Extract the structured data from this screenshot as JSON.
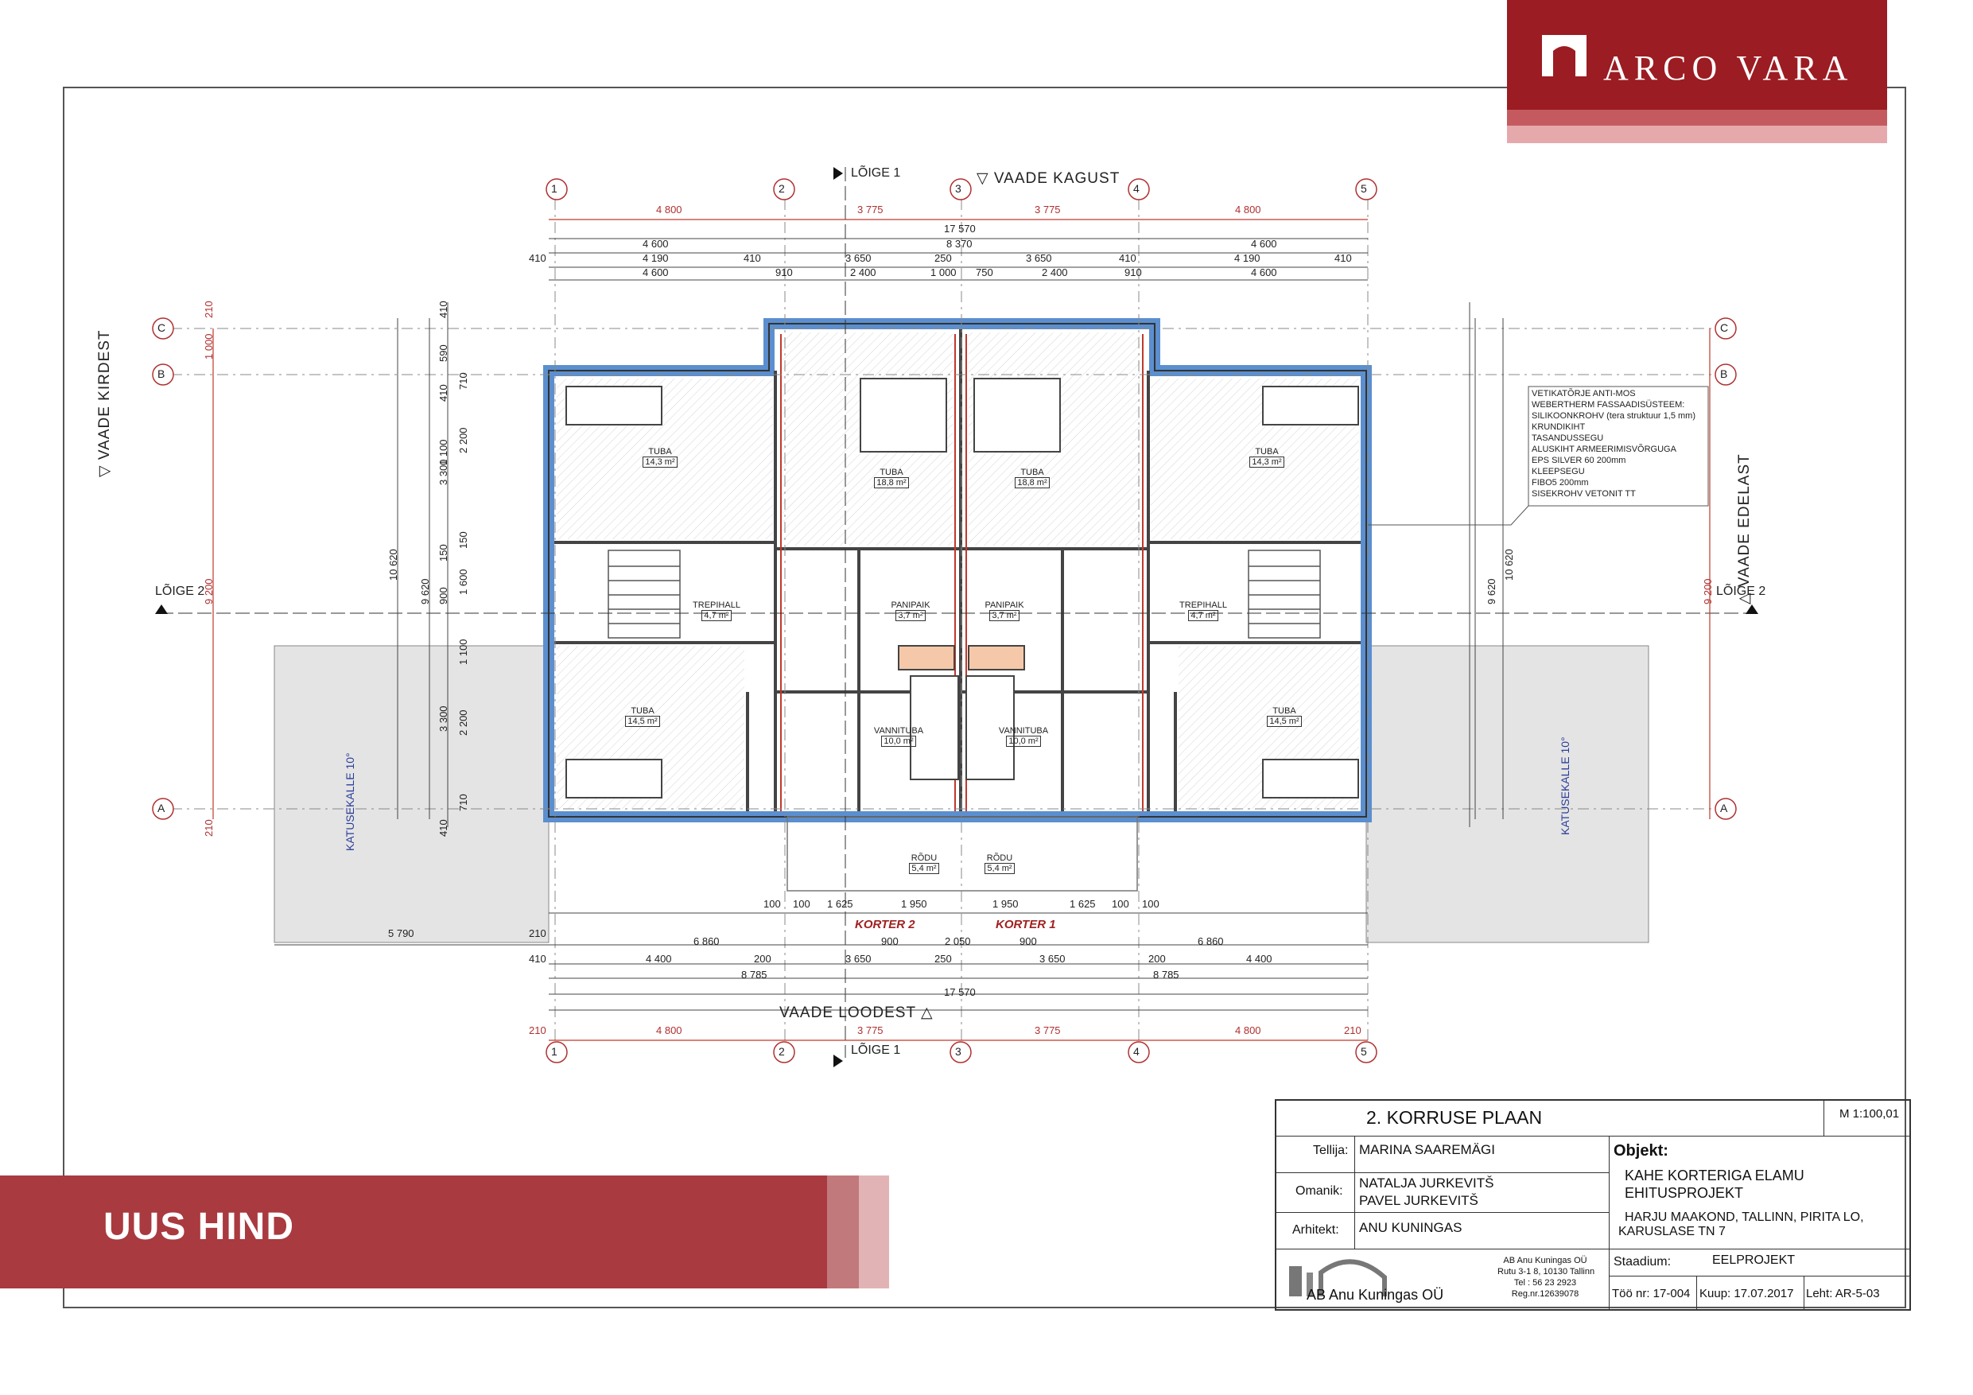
{
  "brand": {
    "name": "ARCO VARA",
    "colors": {
      "primary": "#9b1c22",
      "accent": "#a93a3f"
    }
  },
  "banner": {
    "label": "UUS HIND"
  },
  "plan": {
    "views": {
      "top": "VAADE KAGUST",
      "bottom": "VAADE LOODEST",
      "left": "VAADE KIRDEST",
      "right": "VAADE EDELAST"
    },
    "sections": {
      "section1": "LÕIGE 1",
      "section2": "LÕIGE 2"
    },
    "roof_slope": "KATUSEKALLE 10°",
    "axes_numbers": [
      "1",
      "2",
      "3",
      "4",
      "5"
    ],
    "axes_letters": [
      "A",
      "B",
      "C"
    ],
    "apartments": {
      "left": "KORTER 2",
      "right": "KORTER 1"
    },
    "top_dims": {
      "red": [
        "4 800",
        "3 775",
        "3 775",
        "4 800"
      ],
      "total": "17 570",
      "row2": [
        "4 600",
        "8 370",
        "4 600"
      ],
      "row3": [
        "410",
        "4 190",
        "410",
        "3 650",
        "250",
        "3 650",
        "410",
        "4 190",
        "410"
      ],
      "row4": [
        "4 600",
        "910",
        "2 400",
        "1 000",
        "750",
        "2 400",
        "910",
        "4 600"
      ]
    },
    "bottom_dims": {
      "row1": [
        "100",
        "100",
        "1 625",
        "1 950",
        "1 950",
        "1 625",
        "100",
        "100"
      ],
      "row2": [
        "5 790",
        "210",
        "6 860",
        "6 860"
      ],
      "row3": [
        "900",
        "2 050",
        "900"
      ],
      "row4": [
        "410",
        "4 400",
        "200",
        "3 650",
        "250",
        "3 650",
        "200",
        "4 400"
      ],
      "row5": [
        "8 785",
        "8 785"
      ],
      "total": "17 570",
      "red": [
        "210",
        "4 800",
        "3 775",
        "3 775",
        "4 800",
        "210"
      ]
    },
    "side_dims_left": [
      "210",
      "1 000",
      "9 200",
      "210",
      "10 620",
      "9 620"
    ],
    "side_dims_left_inner": [
      "410",
      "590",
      "710",
      "410",
      "2 200",
      "3 300",
      "1 100",
      "150",
      "1 600",
      "900",
      "150",
      "1 100",
      "2 200",
      "3 300",
      "710",
      "410"
    ],
    "rooms": [
      {
        "name": "TUBA",
        "area": "14,3 m²"
      },
      {
        "name": "TUBA",
        "area": "18,8 m²"
      },
      {
        "name": "TUBA",
        "area": "18,8 m²"
      },
      {
        "name": "TUBA",
        "area": "14,3 m²"
      },
      {
        "name": "TREPIHALL",
        "area": "4,7 m²"
      },
      {
        "name": "PANIPAIK",
        "area": "3,7 m²"
      },
      {
        "name": "PANIPAIK",
        "area": "3,7 m²"
      },
      {
        "name": "TREPIHALL",
        "area": "4,7 m²"
      },
      {
        "name": "TUBA",
        "area": "14,5 m²"
      },
      {
        "name": "VANNITUBA",
        "area": "10,0 m²"
      },
      {
        "name": "VANNITUBA",
        "area": "10,0 m²"
      },
      {
        "name": "TUBA",
        "area": "14,5 m²"
      },
      {
        "name": "RÕDU",
        "area": "5,4 m²"
      },
      {
        "name": "RÕDU",
        "area": "5,4 m²"
      }
    ],
    "facade_notes": [
      "VETIKATÕRJE ANTI-MOS",
      "WEBERTHERM FASSAADISÜSTEEM:",
      "SILIKOONKROHV (tera struktuur 1,5 mm)",
      "KRUNDIKIHT",
      "TASANDUSSEGU",
      "ALUSKIHT ARMEERIMISVÕRGUGA",
      "EPS SILVER 60 200mm",
      "KLEEPSEGU",
      "FIBO5 200mm",
      "SISEKROHV VETONIT TT"
    ]
  },
  "title_block": {
    "title": "2. KORRUSE PLAAN",
    "scale": "M 1:100,01",
    "tellija_label": "Tellija:",
    "tellija": "MARINA SAAREMÄGI",
    "omanik_label": "Omanik:",
    "omanik_1": "NATALJA JURKEVITŠ",
    "omanik_2": "PAVEL JURKEVITŠ",
    "arhitekt_label": "Arhitekt:",
    "arhitekt": "ANU KUNINGAS",
    "objekt_label": "Objekt:",
    "objekt_1": "KAHE KORTERIGA ELAMU",
    "objekt_2": "EHITUSPROJEKT",
    "address_1": "HARJU MAAKOND, TALLINN, PIRITA LO,",
    "address_2": "KARUSLASE TN 7",
    "staadium_label": "Staadium:",
    "staadium": "EELPROJEKT",
    "firm_name": "AB Anu Kuningas OÜ",
    "firm_1": "AB Anu Kuningas OÜ",
    "firm_2": "Rutu 3-1 8, 10130 Tallinn",
    "firm_3": "Tel : 56 23 2923",
    "firm_4": "Reg.nr.12639078",
    "too_nr": "Töö nr: 17-004",
    "kuup": "Kuup: 17.07.2017",
    "leht": "Leht: AR-5-03"
  }
}
